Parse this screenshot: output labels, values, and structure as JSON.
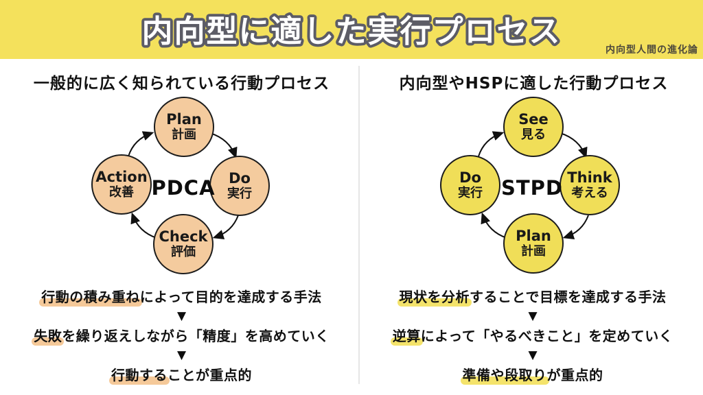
{
  "title": "内向型に適した実行プロセス",
  "brand": "内向型人間の進化論",
  "arrow_down": "▼",
  "left": {
    "heading": "一般的に広く知られている行動プロセス",
    "cycle_label": "PDCA",
    "nodes": {
      "top": {
        "en": "Plan",
        "jp": "計画"
      },
      "right": {
        "en": "Do",
        "jp": "実行"
      },
      "bottom": {
        "en": "Check",
        "jp": "評価"
      },
      "left": {
        "en": "Action",
        "jp": "改善"
      }
    },
    "points": [
      {
        "highlight": "行動の積み重ね",
        "rest": "によって目的を達成する手法"
      },
      {
        "highlight": "失敗",
        "rest": "を繰り返えしながら「精度」を高めていく"
      },
      {
        "highlight": "行動する",
        "rest": "ことが重点的"
      }
    ]
  },
  "right": {
    "heading": "内向型やHSPに適した行動プロセス",
    "cycle_label": "STPD",
    "nodes": {
      "top": {
        "en": "See",
        "jp": "見る"
      },
      "right": {
        "en": "Think",
        "jp": "考える"
      },
      "bottom": {
        "en": "Plan",
        "jp": "計画"
      },
      "left": {
        "en": "Do",
        "jp": "実行"
      }
    },
    "points": [
      {
        "highlight": "現状を分析",
        "rest": "することで目標を達成する手法"
      },
      {
        "highlight": "逆算",
        "rest": "によって「やるべきこと」を定めていく"
      },
      {
        "highlight": "準備や段取り",
        "rest": "が重点的"
      }
    ]
  },
  "colors": {
    "banner_yellow": "#F4E15C",
    "pdca_circle": "#F4CB9E",
    "stpd_circle": "#F0DE58",
    "highlight_peach": "#F5C999",
    "highlight_yellow": "#F4E36B",
    "stroke_black": "#1C1C1C",
    "title_outline_gray": "#5C5C66"
  }
}
